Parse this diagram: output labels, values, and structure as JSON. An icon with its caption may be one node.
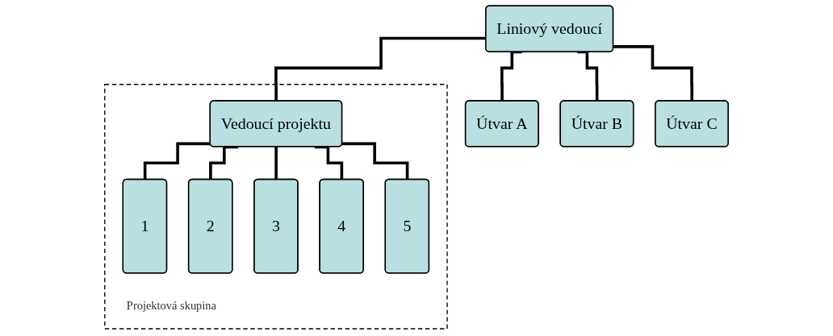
{
  "diagram": {
    "nodes": [
      {
        "text": [
          "Liniový vedoucí"
        ]
      },
      {
        "text": [
          "Útvar A"
        ]
      },
      {
        "text": [
          "Útvar B"
        ]
      },
      {
        "text": [
          "Útvar C"
        ]
      },
      {
        "text": [
          "Projektová skupina"
        ]
      },
      {
        "text": [
          "Vedoucí projektu"
        ],
        "in": 4
      },
      {
        "text": [
          "1"
        ],
        "in": 4
      },
      {
        "text": [
          "2"
        ],
        "in": 4
      },
      {
        "text": [
          "3"
        ],
        "in": 4
      },
      {
        "text": [
          "4"
        ],
        "in": 4
      },
      {
        "text": [
          "5"
        ],
        "in": 4
      }
    ],
    "edges": [
      {
        "from": 0,
        "to": 1,
        "arrow": "none"
      },
      {
        "from": 0,
        "to": 2,
        "arrow": "none"
      },
      {
        "from": 0,
        "to": 3,
        "arrow": "none"
      },
      {
        "from": 0,
        "to": 5,
        "arrow": "none"
      },
      {
        "from": 5,
        "to": 6,
        "arrow": "none"
      },
      {
        "from": 5,
        "to": 7,
        "arrow": "none"
      },
      {
        "from": 5,
        "to": 8,
        "arrow": "none"
      },
      {
        "from": 5,
        "to": 9,
        "arrow": "none"
      },
      {
        "from": 5,
        "to": 10,
        "arrow": "none"
      }
    ]
  }
}
